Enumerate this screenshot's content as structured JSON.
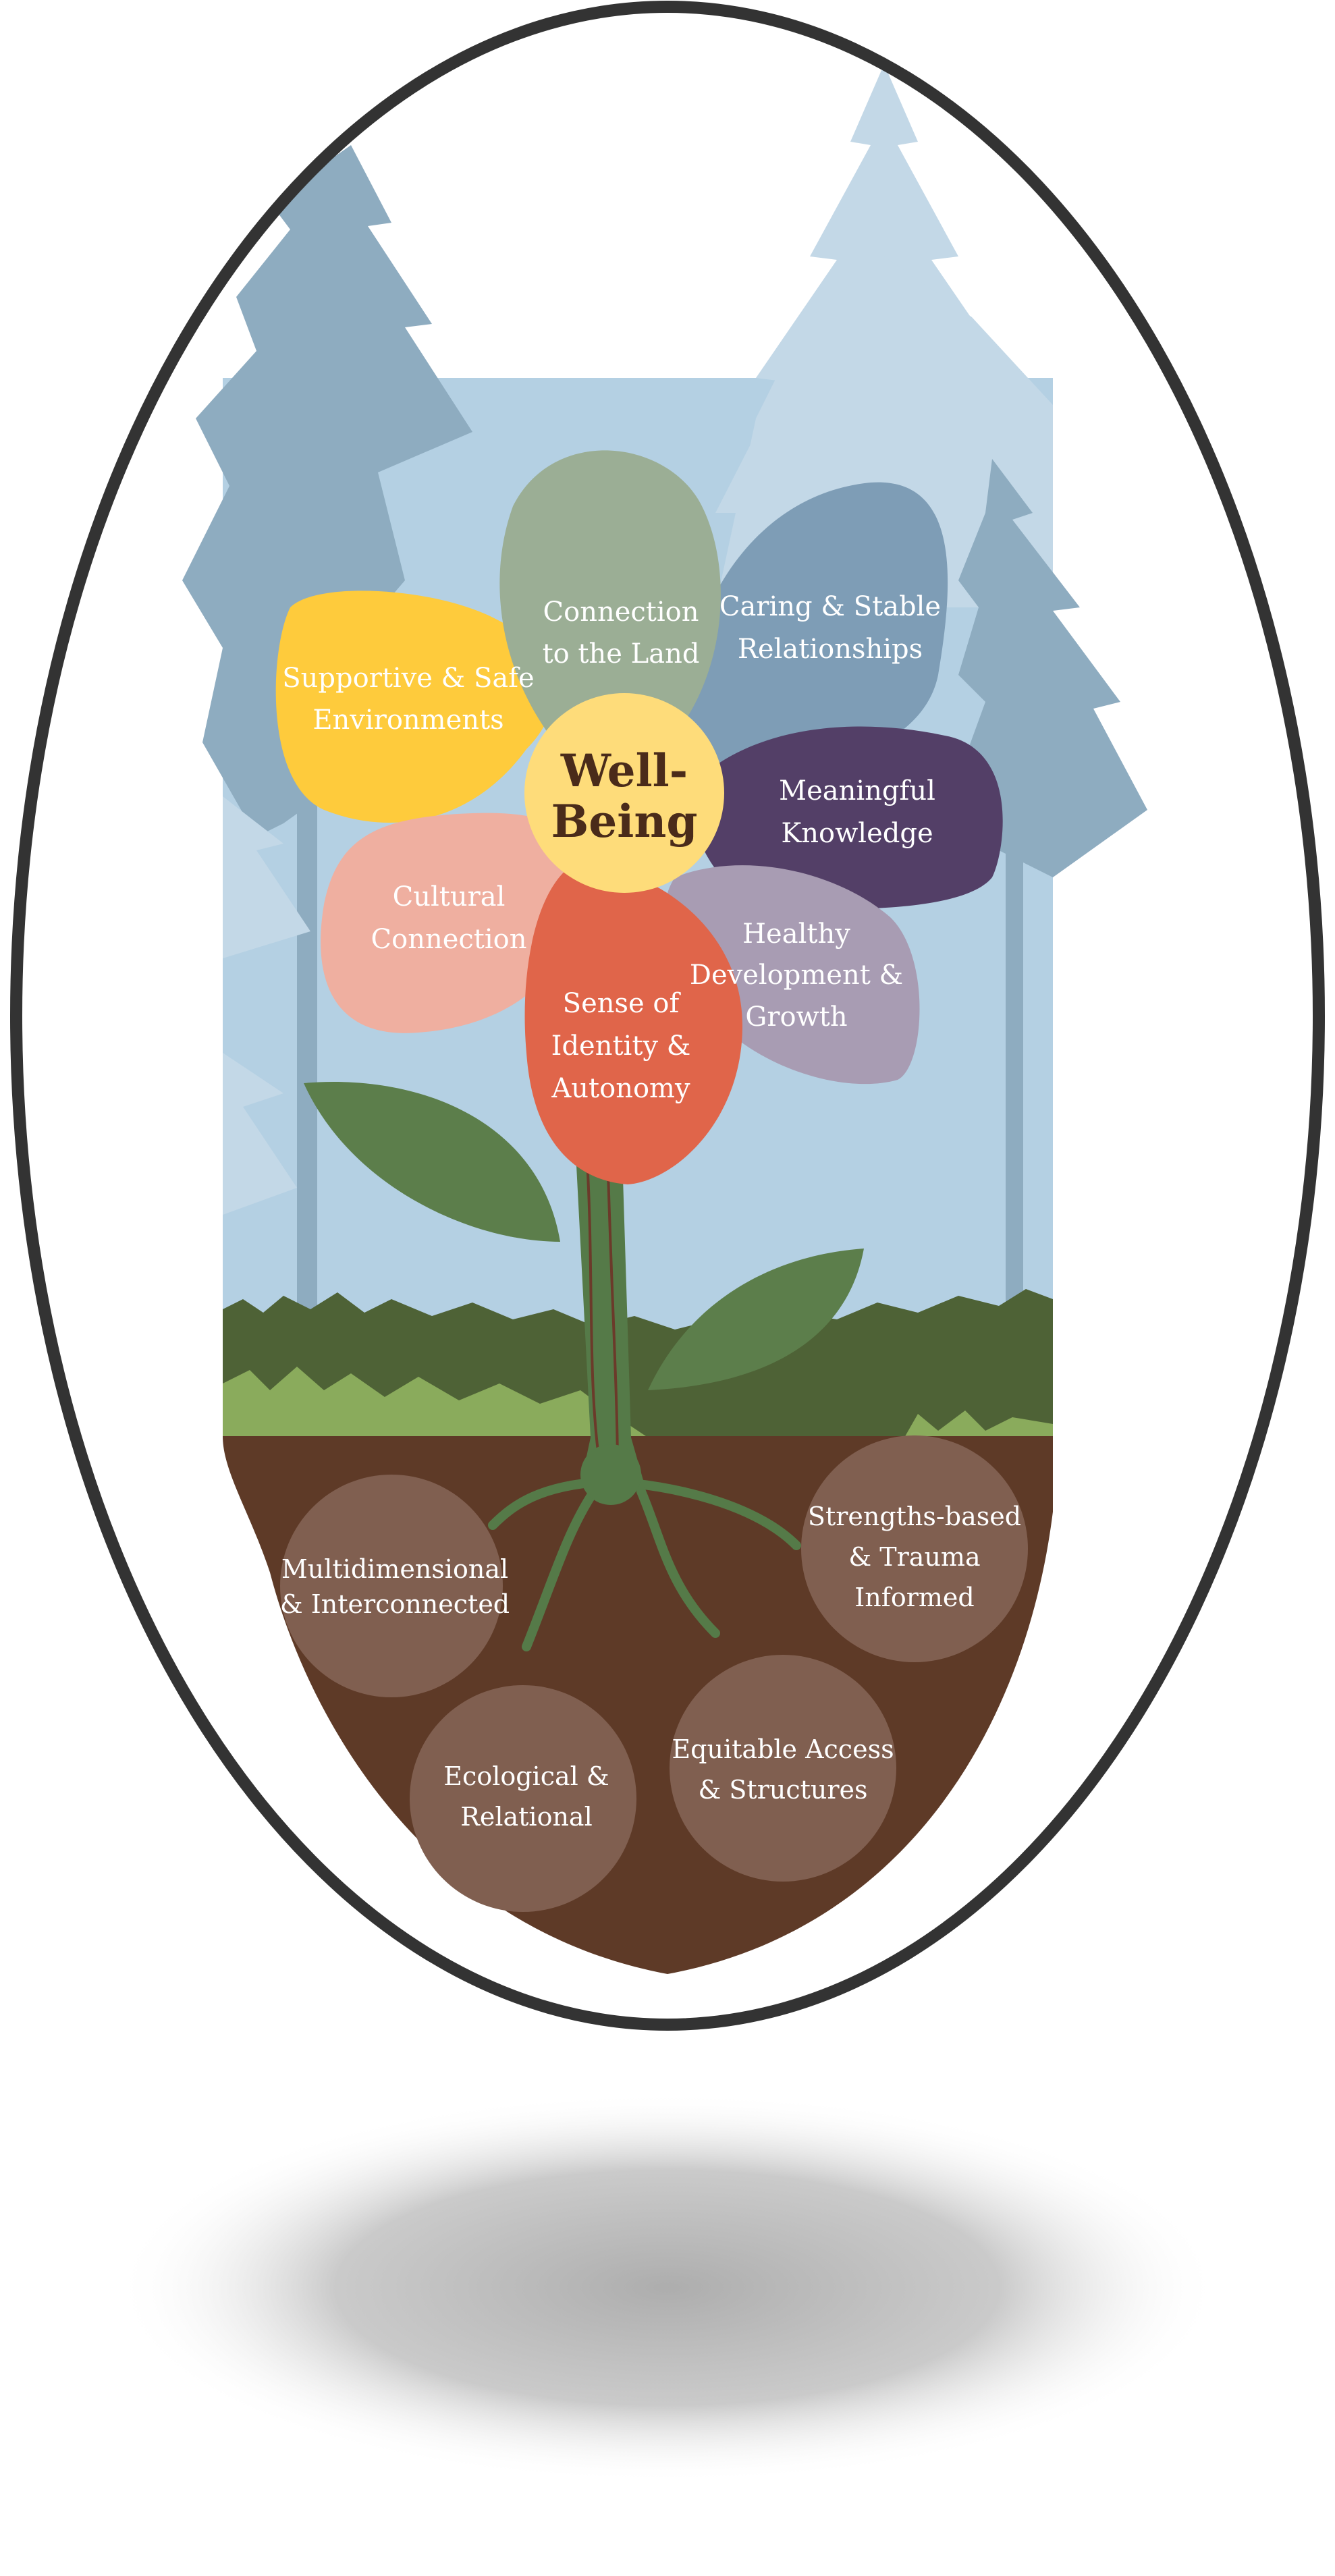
{
  "center": {
    "line1": "Well-",
    "line2": "Being"
  },
  "petals": {
    "supportive": {
      "line1": "Supportive & Safe",
      "line2": "Environments",
      "color": "#fecb3c"
    },
    "land": {
      "line1": "Connection",
      "line2": "to the Land",
      "color": "#9bae95"
    },
    "caring": {
      "line1": "Caring & Stable",
      "line2": "Relationships",
      "color": "#7e9db6"
    },
    "knowledge": {
      "line1": "Meaningful",
      "line2": "Knowledge",
      "color": "#533f67"
    },
    "cultural": {
      "line1": "Cultural",
      "line2": "Connection",
      "color": "#efafa0"
    },
    "identity": {
      "line1": "Sense of",
      "line2": "Identity &",
      "line3": "Autonomy",
      "color": "#e0654a"
    },
    "healthy": {
      "line1": "Healthy",
      "line2": "Development &",
      "line3": "Growth",
      "color": "#a89cb3"
    }
  },
  "roots": {
    "multidimensional": {
      "line1": "Multidimensional",
      "line2": "& Interconnected"
    },
    "strengths": {
      "line1": "Strengths-based",
      "line2": "& Trauma",
      "line3": "Informed"
    },
    "ecological": {
      "line1": "Ecological &",
      "line2": "Relational"
    },
    "equitable": {
      "line1": "Equitable Access",
      "line2": "& Structures"
    }
  },
  "colors": {
    "sky": "#b4d0e3",
    "tree_dark": "#8eacc0",
    "tree_light": "#c3d8e7",
    "grass_dark": "#4e6236",
    "grass_light": "#8aab5c",
    "soil": "#5e3a27",
    "root_circle": "#805f50",
    "stem": "#557a48",
    "leaf": "#5c7e4b",
    "center": "#fedc7a",
    "outline": "#333333"
  }
}
